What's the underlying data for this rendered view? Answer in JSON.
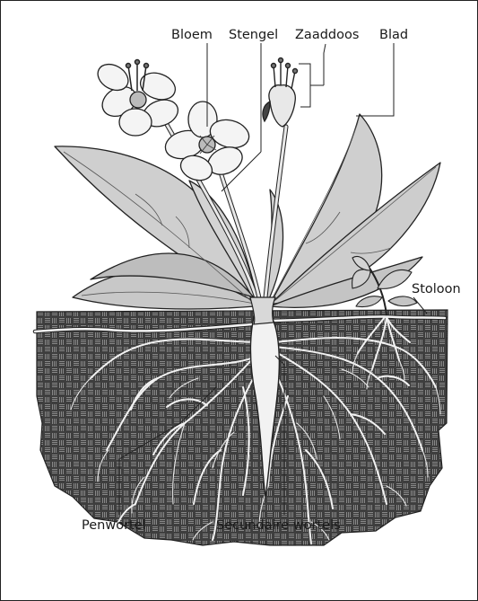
{
  "labels": {
    "bloem": "Bloem",
    "stengel": "Stengel",
    "zaaddoos": "Zaaddoos",
    "blad": "Blad",
    "stoloon": "Stoloon",
    "penwortel": "Penwortel",
    "secundaire_wortels": "Secundaire wortels"
  },
  "colors": {
    "soil": "#4a4a4a",
    "soil_pattern": "#8a8a8a",
    "leaf": "#cfcfcf",
    "petal": "#f4f4f4",
    "root": "#f2f2f2",
    "outline": "#222222"
  }
}
